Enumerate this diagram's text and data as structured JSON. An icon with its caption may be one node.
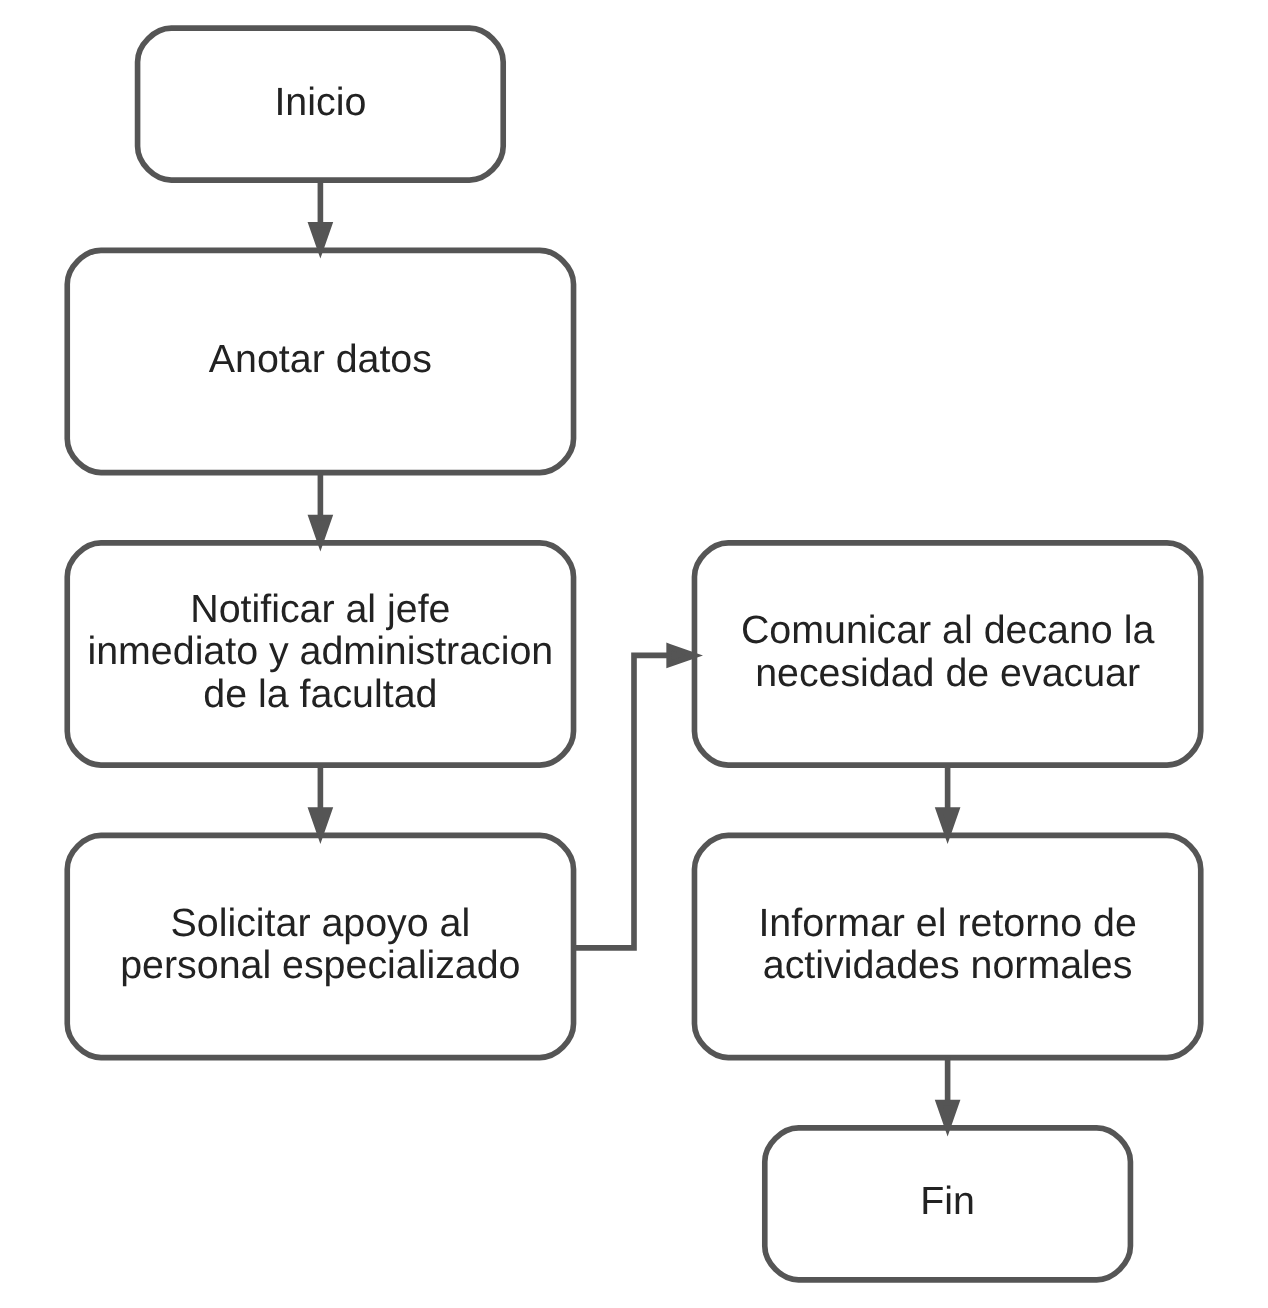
{
  "diagram": {
    "nodes": [
      {
        "text": [
          "Inicio"
        ]
      },
      {
        "text": [
          "Anotar datos"
        ]
      },
      {
        "text": [
          "Notificar al jefe inmediato y administracion de la facultad"
        ]
      },
      {
        "text": [
          "Solicitar apoyo al personal especializado"
        ]
      },
      {
        "text": [
          "Comunicar al decano la necesidad de evacuar"
        ]
      },
      {
        "text": [
          "Informar el retorno de actividades normales"
        ]
      },
      {
        "text": [
          "Fin"
        ]
      }
    ],
    "edges": [
      {
        "from": 0,
        "to": 1,
        "arrow": "to"
      },
      {
        "from": 1,
        "to": 2,
        "arrow": "to"
      },
      {
        "from": 2,
        "to": 3,
        "arrow": "to"
      },
      {
        "from": 3,
        "to": 4,
        "arrow": "to"
      },
      {
        "from": 4,
        "to": 5,
        "arrow": "to"
      },
      {
        "from": 5,
        "to": 6,
        "arrow": "to"
      }
    ]
  }
}
